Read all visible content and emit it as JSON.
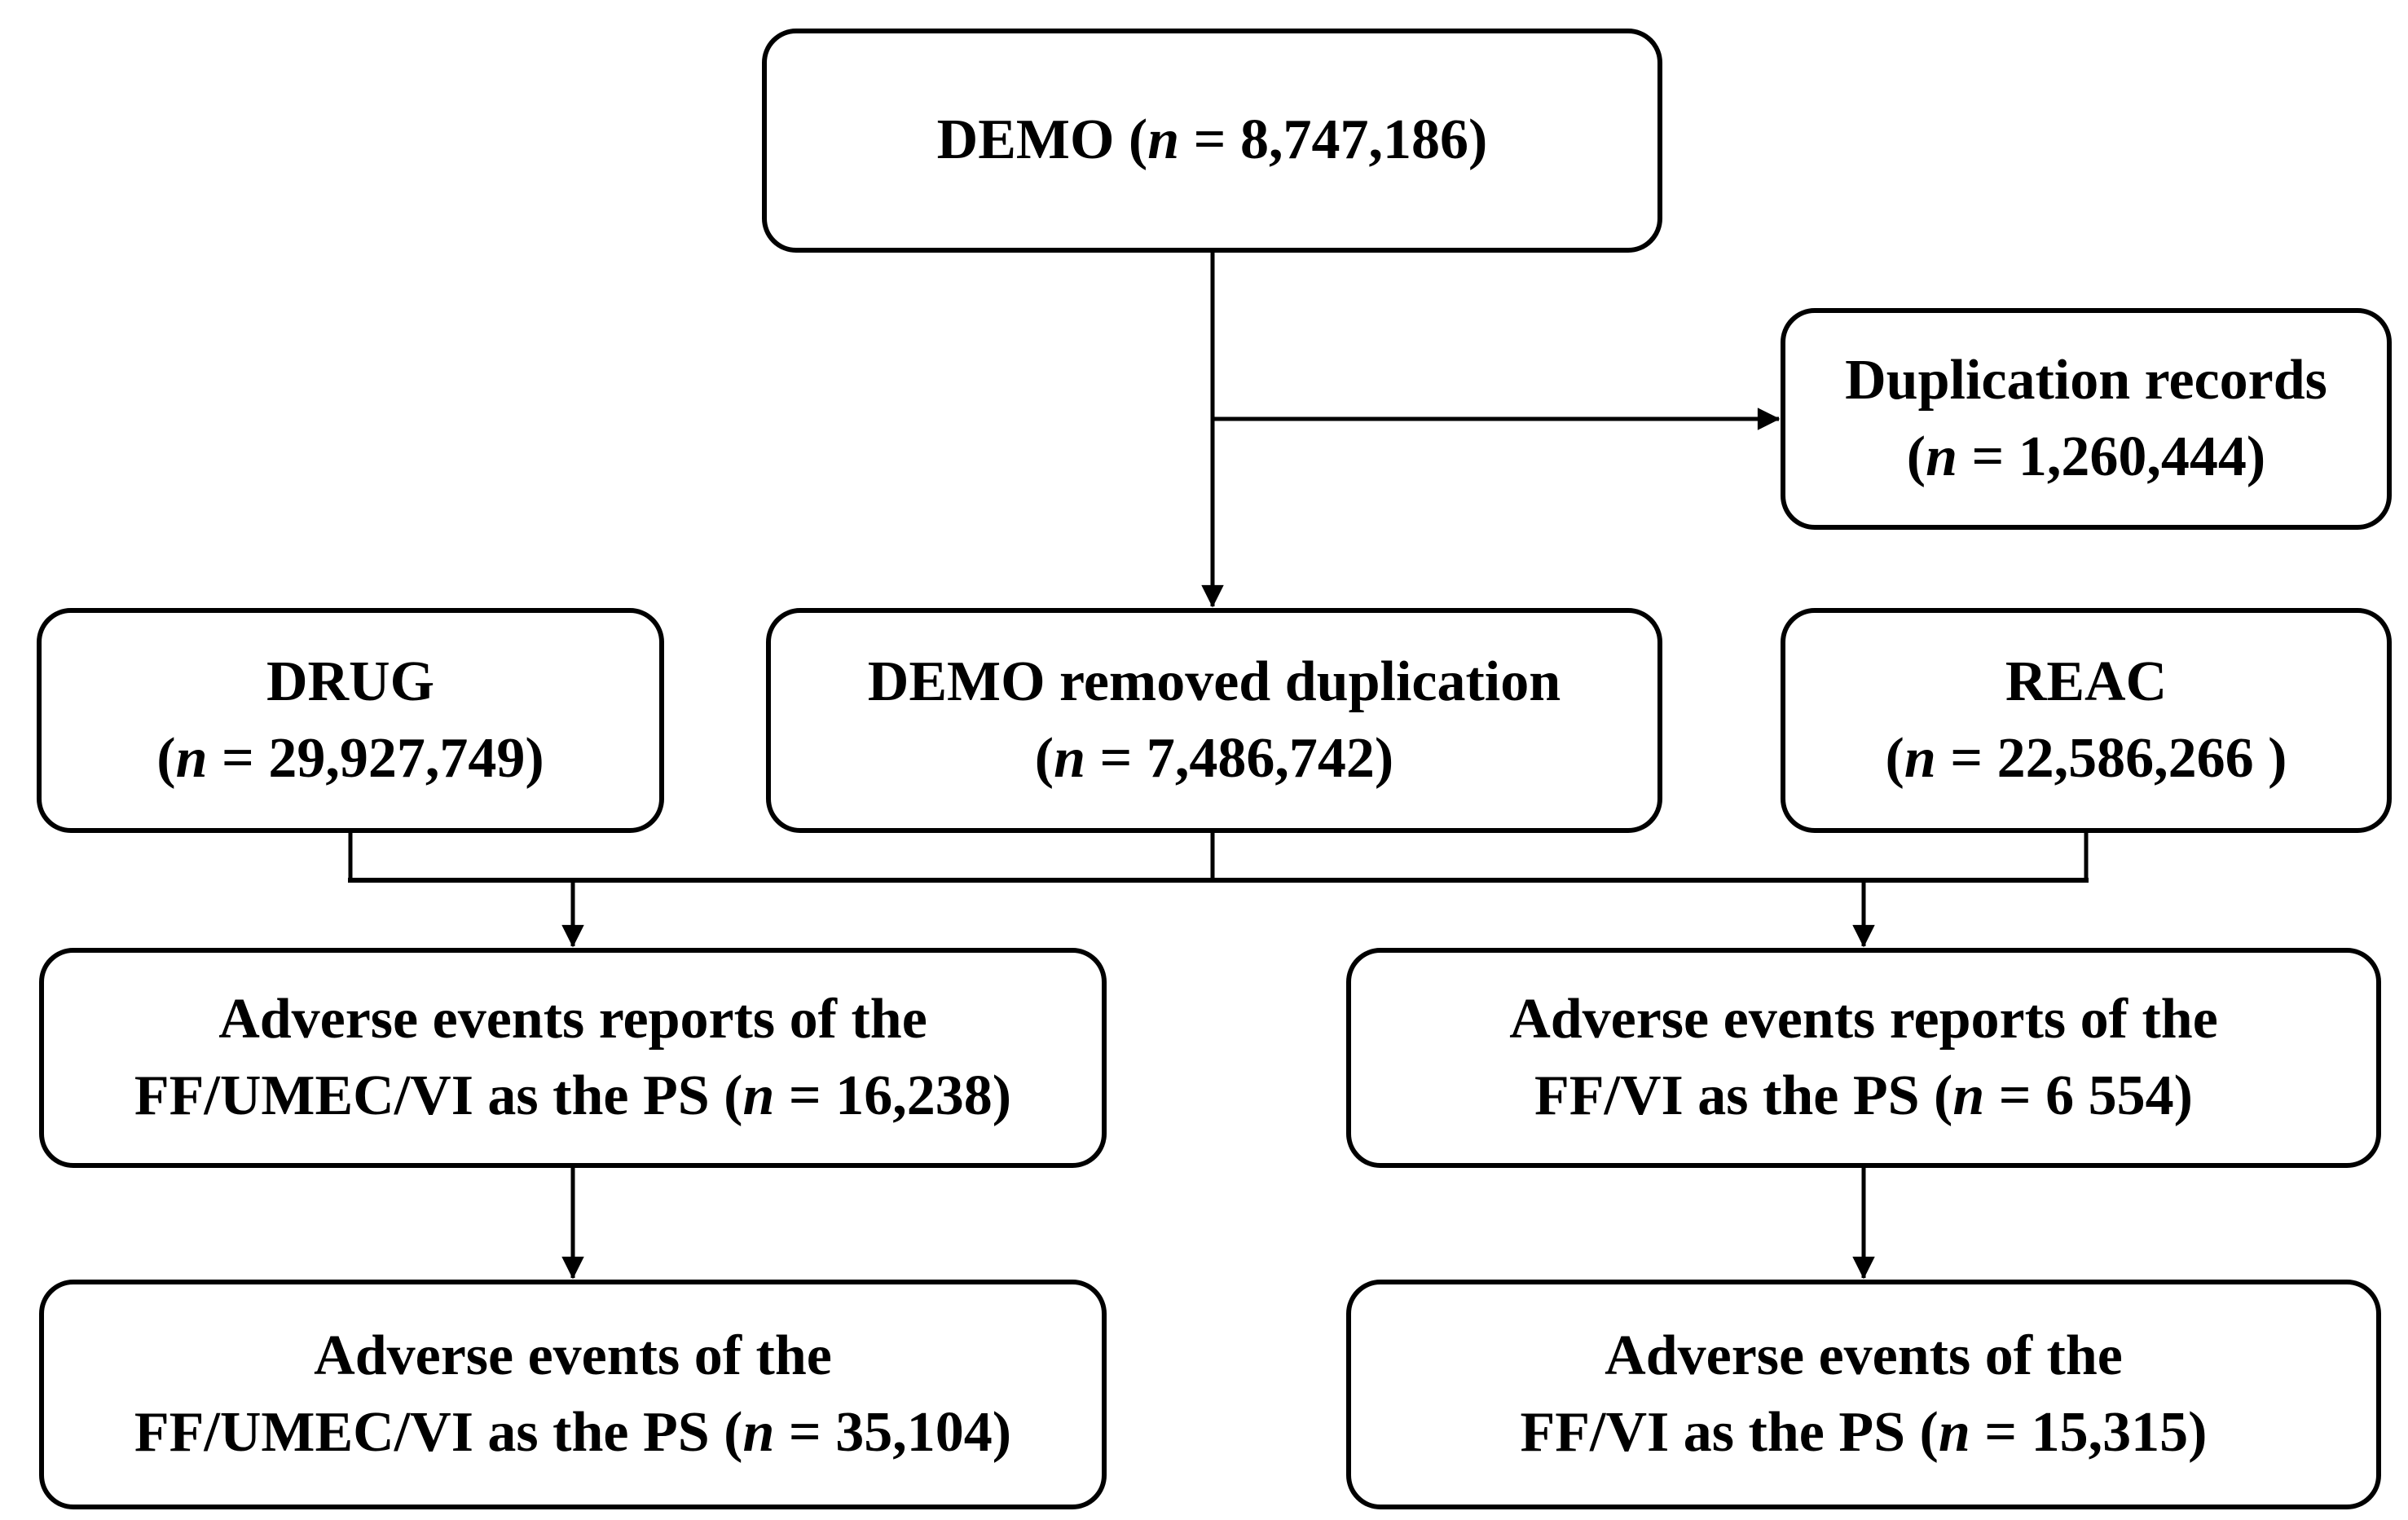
{
  "figure": {
    "type": "flowchart",
    "background_color": "#ffffff",
    "box_fill_color": "#ffffff",
    "box_border_color": "#000000",
    "text_color": "#000000",
    "arrow_color": "#000000"
  },
  "nodes": {
    "demo": {
      "label": "DEMO (n = 8,747,186)",
      "n": "8,747,186",
      "line1": {
        "pre": "DEMO (",
        "n": "n",
        "post": " = 8,747,186)"
      }
    },
    "duplication": {
      "label": "Duplication records (n = 1,260,444)",
      "n": "1,260,444",
      "line1": {
        "pre": "Duplication records"
      },
      "line2": {
        "pre": "(",
        "n": "n",
        "post": " = 1,260,444)"
      }
    },
    "drug": {
      "label": "DRUG (n = 29,927,749)",
      "n": "29,927,749",
      "line1": {
        "pre": "DRUG"
      },
      "line2": {
        "pre": "(",
        "n": "n",
        "post": " = 29,927,749)"
      }
    },
    "demo_removed": {
      "label": "DEMO removed duplication (n = 7,486,742)",
      "n": "7,486,742",
      "line1": {
        "pre": "DEMO removed duplication"
      },
      "line2": {
        "pre": "(",
        "n": "n",
        "post": " = 7,486,742)"
      }
    },
    "reac": {
      "label": "REAC (n = 22,586,266 )",
      "n": "22,586,266",
      "line1": {
        "pre": "REAC"
      },
      "line2": {
        "pre": "(",
        "n": "n",
        "post": " = 22,586,266 )"
      }
    },
    "reports_ff_umec_vi": {
      "label": "Adverse events reports of the FF/UMEC/VI as the PS (n = 16,238)",
      "n": "16,238",
      "line1": {
        "pre": "Adverse events reports of the"
      },
      "line2": {
        "pre": "FF/UMEC/VI as the PS (",
        "n": "n",
        "post": " = 16,238)"
      }
    },
    "reports_ff_vi": {
      "label": "Adverse events reports of the FF/VI as the PS (n = 6 554)",
      "n": "6 554",
      "line1": {
        "pre": "Adverse events reports of the"
      },
      "line2": {
        "pre": "FF/VI as the PS (",
        "n": "n",
        "post": " = 6 554)"
      }
    },
    "events_ff_umec_vi": {
      "label": "Adverse events of the FF/UMEC/VI as the PS (n = 35,104)",
      "n": "35,104",
      "line1": {
        "pre": "Adverse events of the"
      },
      "line2": {
        "pre": "FF/UMEC/VI as the PS (",
        "n": "n",
        "post": " = 35,104)"
      }
    },
    "events_ff_vi": {
      "label": "Adverse events of the FF/VI as the PS (n = 15,315)",
      "n": "15,315",
      "line1": {
        "pre": "Adverse events of the"
      },
      "line2": {
        "pre": "FF/VI as the PS (",
        "n": "n",
        "post": " = 15,315)"
      }
    }
  },
  "edges": [
    {
      "from": "demo",
      "to": "demo_removed",
      "arrow": true
    },
    {
      "from": "demo",
      "to": "duplication",
      "arrow": true
    },
    {
      "from": "drug",
      "to": "collector",
      "arrow": false
    },
    {
      "from": "demo_removed",
      "to": "collector",
      "arrow": false
    },
    {
      "from": "reac",
      "to": "collector",
      "arrow": false
    },
    {
      "from": "collector",
      "to": "reports_ff_umec_vi",
      "arrow": true
    },
    {
      "from": "collector",
      "to": "reports_ff_vi",
      "arrow": true
    },
    {
      "from": "reports_ff_umec_vi",
      "to": "events_ff_umec_vi",
      "arrow": true
    },
    {
      "from": "reports_ff_vi",
      "to": "events_ff_vi",
      "arrow": true
    }
  ]
}
